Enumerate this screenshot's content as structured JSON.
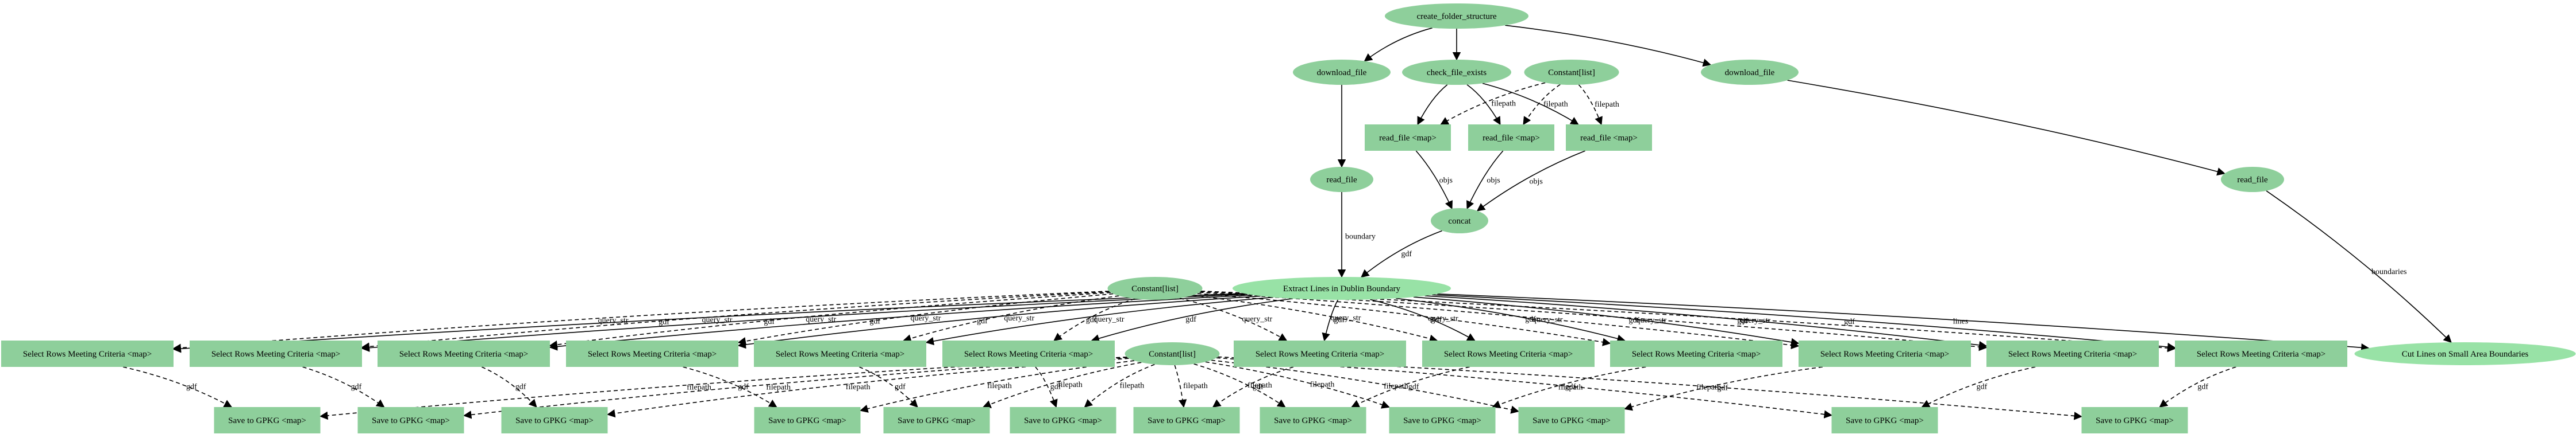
{
  "colors": {
    "node_fill": "#8ecf9b",
    "highlight_fill": "#98e2a6",
    "edge": "#000000",
    "background": "#ffffff"
  },
  "nodes": [
    {
      "id": "create_folder",
      "label": "create_folder_structure",
      "shape": "ellipse"
    },
    {
      "id": "download_file_1",
      "label": "download_file",
      "shape": "ellipse"
    },
    {
      "id": "check_file_exists",
      "label": "check_file_exists",
      "shape": "ellipse"
    },
    {
      "id": "constant_top",
      "label": "Constant[list]",
      "shape": "ellipse"
    },
    {
      "id": "download_file_2",
      "label": "download_file",
      "shape": "ellipse"
    },
    {
      "id": "read_map_1",
      "label": "read_file <map>",
      "shape": "box"
    },
    {
      "id": "read_map_2",
      "label": "read_file <map>",
      "shape": "box"
    },
    {
      "id": "read_map_3",
      "label": "read_file <map>",
      "shape": "box"
    },
    {
      "id": "read_file_1",
      "label": "read_file",
      "shape": "ellipse"
    },
    {
      "id": "read_file_2",
      "label": "read_file",
      "shape": "ellipse"
    },
    {
      "id": "concat",
      "label": "concat",
      "shape": "ellipse"
    },
    {
      "id": "constant_query",
      "label": "Constant[list]",
      "shape": "ellipse"
    },
    {
      "id": "extract",
      "label": "Extract Lines in Dublin Boundary",
      "shape": "ellipse",
      "highlight": true
    },
    {
      "id": "cut_lines",
      "label": "Cut Lines on Small Area Boundaries",
      "shape": "ellipse",
      "highlight": true
    },
    {
      "id": "sel_1",
      "label": "Select Rows Meeting Criteria <map>",
      "shape": "box"
    },
    {
      "id": "sel_2",
      "label": "Select Rows Meeting Criteria <map>",
      "shape": "box"
    },
    {
      "id": "sel_3",
      "label": "Select Rows Meeting Criteria <map>",
      "shape": "box"
    },
    {
      "id": "sel_4",
      "label": "Select Rows Meeting Criteria <map>",
      "shape": "box"
    },
    {
      "id": "sel_5",
      "label": "Select Rows Meeting Criteria <map>",
      "shape": "box"
    },
    {
      "id": "sel_6",
      "label": "Select Rows Meeting Criteria <map>",
      "shape": "box"
    },
    {
      "id": "constant_file",
      "label": "Constant[list]",
      "shape": "ellipse"
    },
    {
      "id": "sel_7",
      "label": "Select Rows Meeting Criteria <map>",
      "shape": "box"
    },
    {
      "id": "sel_8",
      "label": "Select Rows Meeting Criteria <map>",
      "shape": "box"
    },
    {
      "id": "sel_9",
      "label": "Select Rows Meeting Criteria <map>",
      "shape": "box"
    },
    {
      "id": "sel_10",
      "label": "Select Rows Meeting Criteria <map>",
      "shape": "box"
    },
    {
      "id": "sel_11",
      "label": "Select Rows Meeting Criteria <map>",
      "shape": "box"
    },
    {
      "id": "sel_12",
      "label": "Select Rows Meeting Criteria <map>",
      "shape": "box"
    },
    {
      "id": "save_1",
      "label": "Save to GPKG <map>",
      "shape": "box"
    },
    {
      "id": "save_2",
      "label": "Save to GPKG <map>",
      "shape": "box"
    },
    {
      "id": "save_3",
      "label": "Save to GPKG <map>",
      "shape": "box"
    },
    {
      "id": "save_4",
      "label": "Save to GPKG <map>",
      "shape": "box"
    },
    {
      "id": "save_5",
      "label": "Save to GPKG <map>",
      "shape": "box"
    },
    {
      "id": "save_6",
      "label": "Save to GPKG <map>",
      "shape": "box"
    },
    {
      "id": "save_7",
      "label": "Save to GPKG <map>",
      "shape": "box"
    },
    {
      "id": "save_8",
      "label": "Save to GPKG <map>",
      "shape": "box"
    },
    {
      "id": "save_9",
      "label": "Save to GPKG <map>",
      "shape": "box"
    },
    {
      "id": "save_10",
      "label": "Save to GPKG <map>",
      "shape": "box"
    },
    {
      "id": "save_11",
      "label": "Save to GPKG <map>",
      "shape": "box"
    },
    {
      "id": "save_12",
      "label": "Save to GPKG <map>",
      "shape": "box"
    }
  ],
  "edges": [
    {
      "from": "create_folder",
      "to": "download_file_1",
      "label": "",
      "dashed": false
    },
    {
      "from": "create_folder",
      "to": "check_file_exists",
      "label": "",
      "dashed": false
    },
    {
      "from": "create_folder",
      "to": "download_file_2",
      "label": "",
      "dashed": false
    },
    {
      "from": "download_file_1",
      "to": "read_file_1",
      "label": "",
      "dashed": false
    },
    {
      "from": "download_file_2",
      "to": "read_file_2",
      "label": "",
      "dashed": false
    },
    {
      "from": "check_file_exists",
      "to": "read_map_1",
      "label": "",
      "dashed": false
    },
    {
      "from": "check_file_exists",
      "to": "read_map_2",
      "label": "",
      "dashed": false
    },
    {
      "from": "check_file_exists",
      "to": "read_map_3",
      "label": "",
      "dashed": false
    },
    {
      "from": "constant_top",
      "to": "read_map_1",
      "label": "filepath",
      "dashed": true
    },
    {
      "from": "constant_top",
      "to": "read_map_2",
      "label": "filepath",
      "dashed": true
    },
    {
      "from": "constant_top",
      "to": "read_map_3",
      "label": "filepath",
      "dashed": true
    },
    {
      "from": "read_map_1",
      "to": "concat",
      "label": "objs",
      "dashed": false
    },
    {
      "from": "read_map_2",
      "to": "concat",
      "label": "objs",
      "dashed": false
    },
    {
      "from": "read_map_3",
      "to": "concat",
      "label": "objs",
      "dashed": false
    },
    {
      "from": "read_file_1",
      "to": "extract",
      "label": "boundary",
      "dashed": false
    },
    {
      "from": "concat",
      "to": "extract",
      "label": "gdf",
      "dashed": false
    },
    {
      "from": "extract",
      "to": "cut_lines",
      "label": "lines",
      "dashed": false
    },
    {
      "from": "read_file_2",
      "to": "cut_lines",
      "label": "boundaries",
      "dashed": false
    },
    {
      "from": "extract",
      "to": "sel_1",
      "label": "gdf",
      "dashed": false
    },
    {
      "from": "extract",
      "to": "sel_2",
      "label": "gdf",
      "dashed": false
    },
    {
      "from": "extract",
      "to": "sel_3",
      "label": "gdf",
      "dashed": false
    },
    {
      "from": "extract",
      "to": "sel_4",
      "label": "gdf",
      "dashed": false
    },
    {
      "from": "extract",
      "to": "sel_5",
      "label": "gdf",
      "dashed": false
    },
    {
      "from": "extract",
      "to": "sel_6",
      "label": "gdf",
      "dashed": false
    },
    {
      "from": "extract",
      "to": "sel_7",
      "label": "gdf",
      "dashed": false
    },
    {
      "from": "extract",
      "to": "sel_8",
      "label": "gdf",
      "dashed": false
    },
    {
      "from": "extract",
      "to": "sel_9",
      "label": "gdf",
      "dashed": false
    },
    {
      "from": "extract",
      "to": "sel_10",
      "label": "gdf",
      "dashed": false
    },
    {
      "from": "extract",
      "to": "sel_11",
      "label": "gdf",
      "dashed": false
    },
    {
      "from": "extract",
      "to": "sel_12",
      "label": "gdf",
      "dashed": false
    },
    {
      "from": "constant_query",
      "to": "sel_1",
      "label": "query_str",
      "dashed": true
    },
    {
      "from": "constant_query",
      "to": "sel_2",
      "label": "query_str",
      "dashed": true
    },
    {
      "from": "constant_query",
      "to": "sel_3",
      "label": "query_str",
      "dashed": true
    },
    {
      "from": "constant_query",
      "to": "sel_4",
      "label": "query_str",
      "dashed": true
    },
    {
      "from": "constant_query",
      "to": "sel_5",
      "label": "query_str",
      "dashed": true
    },
    {
      "from": "constant_query",
      "to": "sel_6",
      "label": "query_str",
      "dashed": true
    },
    {
      "from": "constant_query",
      "to": "sel_7",
      "label": "query_str",
      "dashed": true
    },
    {
      "from": "constant_query",
      "to": "sel_8",
      "label": "query_str",
      "dashed": true
    },
    {
      "from": "constant_query",
      "to": "sel_9",
      "label": "query_str",
      "dashed": true
    },
    {
      "from": "constant_query",
      "to": "sel_10",
      "label": "query_str",
      "dashed": true
    },
    {
      "from": "constant_query",
      "to": "sel_11",
      "label": "query_str",
      "dashed": true
    },
    {
      "from": "constant_query",
      "to": "sel_12",
      "label": "query_str",
      "dashed": true
    },
    {
      "from": "sel_1",
      "to": "save_1",
      "label": "gdf",
      "dashed": true
    },
    {
      "from": "sel_2",
      "to": "save_2",
      "label": "gdf",
      "dashed": true
    },
    {
      "from": "sel_3",
      "to": "save_3",
      "label": "gdf",
      "dashed": true
    },
    {
      "from": "sel_4",
      "to": "save_4",
      "label": "gdf",
      "dashed": true
    },
    {
      "from": "sel_5",
      "to": "save_5",
      "label": "gdf",
      "dashed": true
    },
    {
      "from": "sel_6",
      "to": "save_6",
      "label": "gdf",
      "dashed": true
    },
    {
      "from": "sel_7",
      "to": "save_7",
      "label": "gdf",
      "dashed": true
    },
    {
      "from": "sel_8",
      "to": "save_8",
      "label": "gdf",
      "dashed": true
    },
    {
      "from": "sel_9",
      "to": "save_9",
      "label": "gdf",
      "dashed": true
    },
    {
      "from": "sel_10",
      "to": "save_10",
      "label": "gdf",
      "dashed": true
    },
    {
      "from": "sel_11",
      "to": "save_11",
      "label": "gdf",
      "dashed": true
    },
    {
      "from": "sel_12",
      "to": "save_12",
      "label": "gdf",
      "dashed": true
    },
    {
      "from": "constant_file",
      "to": "save_1",
      "label": "filepath",
      "dashed": true
    },
    {
      "from": "constant_file",
      "to": "save_2",
      "label": "filepath",
      "dashed": true
    },
    {
      "from": "constant_file",
      "to": "save_3",
      "label": "filepath",
      "dashed": true
    },
    {
      "from": "constant_file",
      "to": "save_4",
      "label": "filepath",
      "dashed": true
    },
    {
      "from": "constant_file",
      "to": "save_5",
      "label": "filepath",
      "dashed": true
    },
    {
      "from": "constant_file",
      "to": "save_6",
      "label": "filepath",
      "dashed": true
    },
    {
      "from": "constant_file",
      "to": "save_7",
      "label": "filepath",
      "dashed": true
    },
    {
      "from": "constant_file",
      "to": "save_8",
      "label": "filepath",
      "dashed": true
    },
    {
      "from": "constant_file",
      "to": "save_9",
      "label": "filepath",
      "dashed": true
    },
    {
      "from": "constant_file",
      "to": "save_10",
      "label": "filepath",
      "dashed": true
    },
    {
      "from": "constant_file",
      "to": "save_11",
      "label": "filepath",
      "dashed": true
    },
    {
      "from": "constant_file",
      "to": "save_12",
      "label": "filepath",
      "dashed": true
    }
  ]
}
